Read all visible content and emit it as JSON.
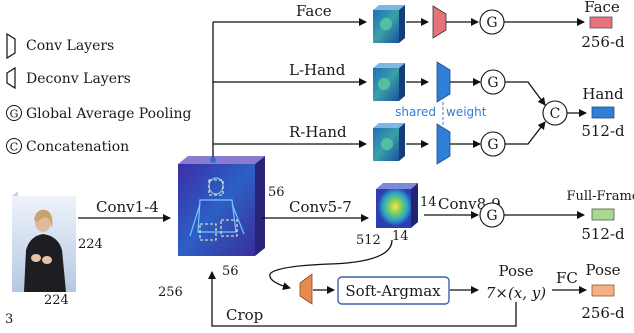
{
  "legend": {
    "conv": "Conv Layers",
    "deconv": "Deconv Layers",
    "gap_symbol": "G",
    "gap": "Global Average Pooling",
    "concat_symbol": "C",
    "concat": "Concatenation"
  },
  "branches": {
    "face": "Face",
    "lhand": "L-Hand",
    "rhand": "R-Hand",
    "shared": "shared",
    "weight": "weight"
  },
  "stages": {
    "conv1": "Conv1-4",
    "conv5": "Conv5-7",
    "conv8": "Conv8-9",
    "crop": "Crop",
    "fc": "FC",
    "soft_argmax": "Soft-Argmax",
    "pose": "Pose",
    "pose_dim": "7×(x, y)"
  },
  "dims": {
    "input_h": "224",
    "input_w": "224",
    "input_c": "3",
    "feat1_h": "56",
    "feat1_w": "56",
    "feat1_c": "256",
    "feat2_h": "14",
    "feat2_w": "14",
    "feat2_c": "512"
  },
  "outputs": {
    "face_title": "Face",
    "face_dim": "256-d",
    "hand_title": "Hand",
    "hand_dim": "512-d",
    "full_title": "Full-Frame",
    "full_dim": "512-d",
    "pose_title": "Pose",
    "pose_dim": "256-d"
  },
  "colors": {
    "face": "#e8717a",
    "hand": "#2f7fd8",
    "full": "#a9d98f",
    "pose": "#f4b183",
    "deconv_pose": "#e8894f",
    "soft_argmax_border": "#3a63a6",
    "shared_text": "#2f7fd8"
  }
}
